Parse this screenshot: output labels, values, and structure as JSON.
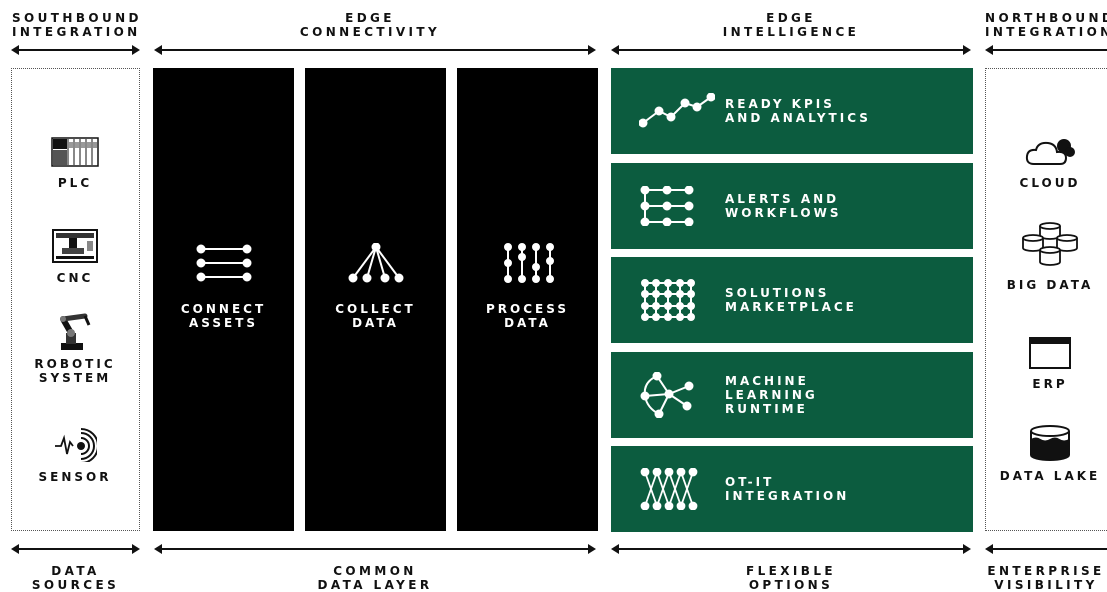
{
  "headers": {
    "southbound": [
      "SOUTHBOUND",
      "INTEGRATION"
    ],
    "edge_connectivity": [
      "EDGE",
      "CONNECTIVITY"
    ],
    "edge_intelligence": [
      "EDGE",
      "INTELLIGENCE"
    ],
    "northbound": [
      "NORTHBOUND",
      "INTEGRATION"
    ]
  },
  "footers": {
    "data_sources": [
      "DATA",
      "SOURCES"
    ],
    "common_data_layer": [
      "COMMON",
      "DATA LAYER"
    ],
    "flexible_options": [
      "FLEXIBLE",
      "OPTIONS"
    ],
    "enterprise_visibility": [
      "ENTERPRISE",
      "VISIBILITY"
    ]
  },
  "sources": [
    {
      "label": [
        "PLC"
      ],
      "icon": "plc-icon"
    },
    {
      "label": [
        "CNC"
      ],
      "icon": "cnc-icon"
    },
    {
      "label": [
        "ROBOTIC",
        "SYSTEM"
      ],
      "icon": "robotic-arm-icon"
    },
    {
      "label": [
        "SENSOR"
      ],
      "icon": "sensor-icon"
    }
  ],
  "connectivity": [
    {
      "label": [
        "CONNECT",
        "ASSETS"
      ],
      "icon": "connect-assets-icon"
    },
    {
      "label": [
        "COLLECT",
        "DATA"
      ],
      "icon": "collect-data-icon"
    },
    {
      "label": [
        "PROCESS",
        "DATA"
      ],
      "icon": "process-data-icon"
    }
  ],
  "intelligence": [
    {
      "label": [
        "READY KPIS",
        "AND ANALYTICS"
      ],
      "icon": "kpi-line-icon"
    },
    {
      "label": [
        "ALERTS AND",
        "WORKFLOWS"
      ],
      "icon": "workflow-icon"
    },
    {
      "label": [
        "SOLUTIONS",
        "MARKETPLACE"
      ],
      "icon": "grid-nodes-icon"
    },
    {
      "label": [
        "MACHINE",
        "LEARNING",
        "RUNTIME"
      ],
      "icon": "ml-graph-icon"
    },
    {
      "label": [
        "OT-IT",
        "INTEGRATION"
      ],
      "icon": "mesh-icon"
    }
  ],
  "destinations": [
    {
      "label": [
        "CLOUD"
      ],
      "icon": "cloud-icon"
    },
    {
      "label": [
        "BIG DATA"
      ],
      "icon": "database-cluster-icon"
    },
    {
      "label": [
        "ERP"
      ],
      "icon": "erp-window-icon"
    },
    {
      "label": [
        "DATA LAKE"
      ],
      "icon": "data-lake-icon"
    }
  ],
  "colors": {
    "green": "#0c5c3f",
    "black": "#000000",
    "text": "#111111"
  }
}
